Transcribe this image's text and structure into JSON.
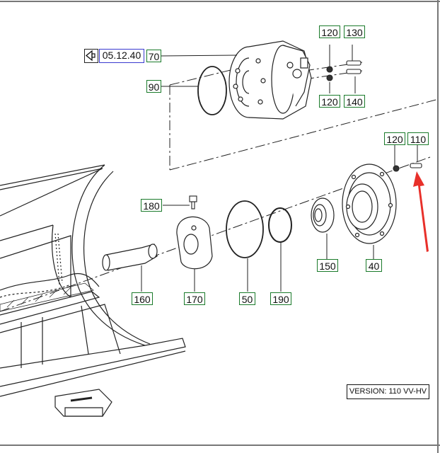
{
  "reference": {
    "label": "05.12.40",
    "nav_icon": "back-arrow-icon"
  },
  "callouts": {
    "c70": "70",
    "c90": "90",
    "c120a": "120",
    "c130": "130",
    "c120b": "120",
    "c140": "140",
    "c120c": "120",
    "c110": "110",
    "c180": "180",
    "c160": "160",
    "c170": "170",
    "c50": "50",
    "c190": "190",
    "c150": "150",
    "c40": "40"
  },
  "version": "VERSION: 110 VV-HV",
  "colors": {
    "callout_border": "#1a7a2a",
    "reference_border": "#3a3ad0",
    "pointer_arrow": "#e8302a"
  }
}
